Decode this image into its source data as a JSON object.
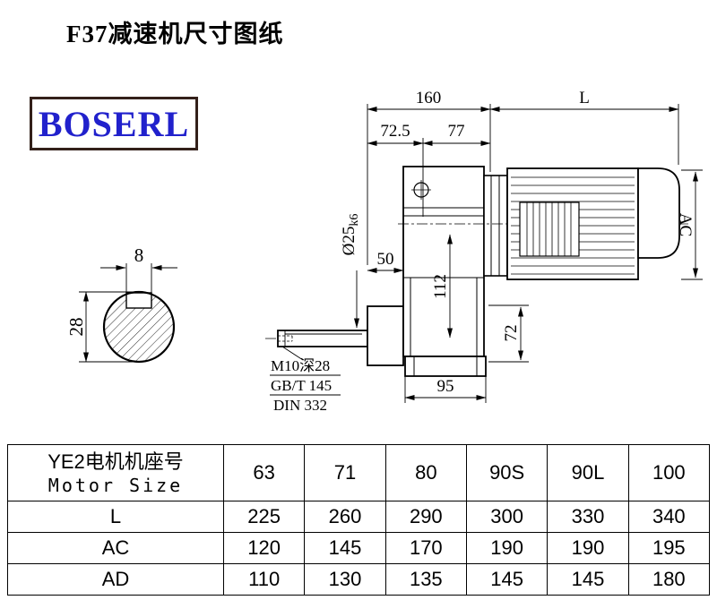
{
  "page": {
    "title": "F37减速机尺寸图纸",
    "logo": "BOSERL"
  },
  "drawing": {
    "dims": {
      "d160": "160",
      "dL": "L",
      "d72_5": "72.5",
      "d77": "77",
      "dAC": "AC",
      "d8": "8",
      "d28": "28",
      "dia_main": "Ø25",
      "dia_tol": "k6",
      "d50": "50",
      "d112": "112",
      "d72": "72",
      "d95": "95"
    },
    "notes": {
      "n1": "M10深28",
      "n2": "GB/T 145",
      "n3": "DIN 332"
    }
  },
  "table": {
    "header": {
      "label_cn": "YE2电机机座号",
      "label_en": "Motor Size",
      "sizes": [
        "63",
        "71",
        "80",
        "90S",
        "90L",
        "100"
      ]
    },
    "rows": [
      {
        "label": "L",
        "values": [
          "225",
          "260",
          "290",
          "300",
          "330",
          "340"
        ]
      },
      {
        "label": "AC",
        "values": [
          "120",
          "145",
          "170",
          "190",
          "190",
          "195"
        ]
      },
      {
        "label": "AD",
        "values": [
          "110",
          "130",
          "135",
          "145",
          "145",
          "180"
        ]
      }
    ]
  }
}
